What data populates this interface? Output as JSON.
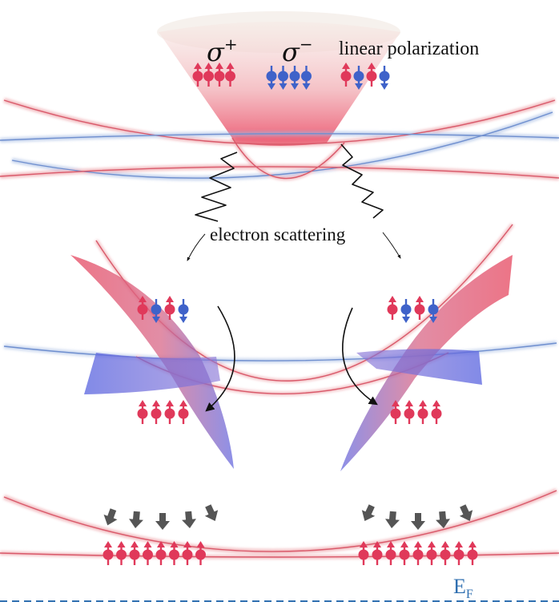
{
  "labels": {
    "sigma_plus": "σ",
    "sigma_plus_sup": "+",
    "sigma_minus": "σ",
    "sigma_minus_sup": "−",
    "linear_polarization": "linear polarization",
    "electron_scattering": "electron scattering",
    "fermi_level": "E",
    "fermi_level_sub": "F"
  },
  "colors": {
    "spin_up": "#e0395a",
    "spin_down": "#3f62c9",
    "band_red": "#e06470",
    "band_blue": "#7b9bd8",
    "fermi_line": "#2f6fb0",
    "arrow_gray": "#555555"
  },
  "spin_groups": {
    "sigma_plus": [
      "up",
      "up",
      "up",
      "up"
    ],
    "sigma_minus": [
      "down",
      "down",
      "down",
      "down"
    ],
    "linear": [
      "up",
      "down",
      "up",
      "down"
    ],
    "left_upper": [
      "up",
      "down",
      "up",
      "down"
    ],
    "right_upper": [
      "up",
      "down",
      "up",
      "down"
    ],
    "left_lower": [
      "up",
      "up",
      "up",
      "up"
    ],
    "right_lower": [
      "up",
      "up",
      "up",
      "up"
    ],
    "bottom_left": [
      "up",
      "up",
      "up",
      "up",
      "up",
      "up",
      "up",
      "up"
    ],
    "bottom_right": [
      "up",
      "up",
      "up",
      "up",
      "up",
      "up",
      "up",
      "up",
      "up"
    ]
  }
}
